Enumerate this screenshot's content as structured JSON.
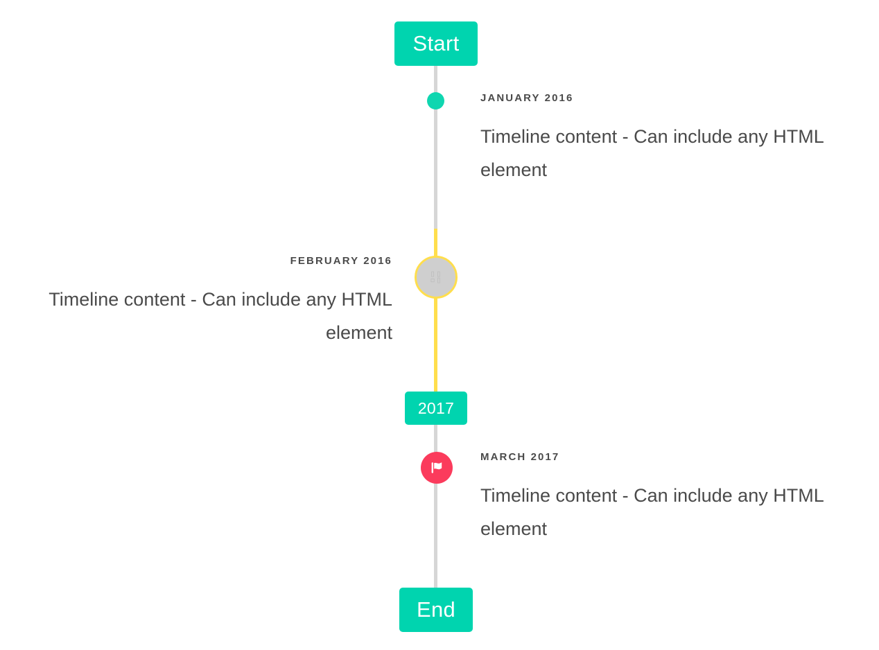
{
  "page": {
    "title": "Timeline",
    "background": "#ffffff"
  },
  "colors": {
    "accent_teal": "#00d4af",
    "marker_teal": "#0fd6b0",
    "highlight_yellow": "#ffde4d",
    "flag_red": "#fb3b5c",
    "rail_gray": "#d6d6d6",
    "marker_gray": "#cfcfcf",
    "text_gray": "#4a4a4a"
  },
  "badges": {
    "start": "Start",
    "year": "2017",
    "end": "End"
  },
  "entries": [
    {
      "id": "january-2016",
      "date": "JANUARY 2016",
      "body": "Timeline content - Can include any HTML element",
      "side": "right",
      "marker": "dot",
      "marker_icon": "circle-dot-icon"
    },
    {
      "id": "february-2016",
      "date": "FEBRUARY 2016",
      "body": "Timeline content - Can include any HTML element",
      "side": "left",
      "marker": "ring",
      "marker_icon": "missing-glyph-icon",
      "marker_glyph": "▯▯\n▫▯"
    },
    {
      "id": "march-2017",
      "date": "MARCH 2017",
      "body": "Timeline content - Can include any HTML element",
      "side": "right",
      "marker": "flag",
      "marker_icon": "flag-icon"
    }
  ]
}
